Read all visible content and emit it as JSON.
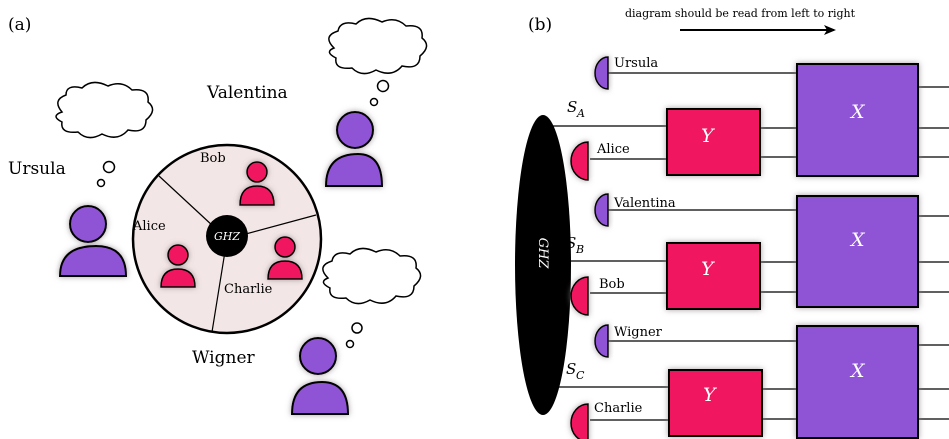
{
  "panel_a": {
    "label": "(a)",
    "observers": {
      "ursula": "Ursula",
      "valentina": "Valentina",
      "wigner": "Wigner"
    },
    "lab": {
      "center": "GHZ",
      "bob": "Bob",
      "alice": "Alice",
      "charlie": "Charlie"
    }
  },
  "panel_b": {
    "label": "(b)",
    "direction_note": "diagram should be read from left to right",
    "source": "GHZ",
    "systems": [
      "S",
      "S",
      "S"
    ],
    "system_subscripts": [
      "A",
      "B",
      "C"
    ],
    "rows": [
      {
        "outer": "Ursula",
        "inner": "Alice",
        "y_box": "Y",
        "x_box": "X"
      },
      {
        "outer": "Valentina",
        "inner": "Bob",
        "y_box": "Y",
        "x_box": "X"
      },
      {
        "outer": "Wigner",
        "inner": "Charlie",
        "y_box": "Y",
        "x_box": "X"
      }
    ]
  },
  "colors": {
    "purple": "#8f52d6",
    "pink": "#f0155e",
    "lab_fill": "#f3e6e6",
    "glow": "#9a8e92"
  }
}
